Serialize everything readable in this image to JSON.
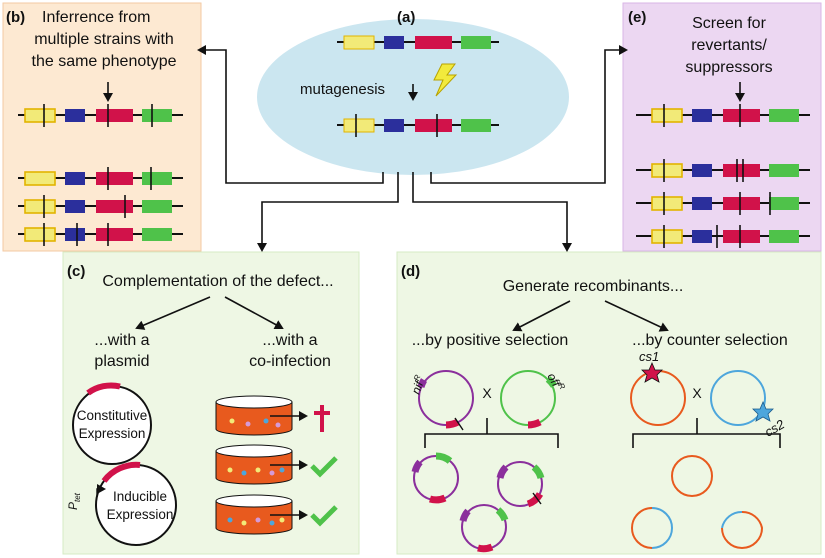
{
  "panels": {
    "a": {
      "label": "(a)",
      "mutagenesis": "mutagenesis"
    },
    "b": {
      "label": "(b)",
      "title_lines": [
        "Inferrence from",
        "multiple strains with",
        "the same phenotype"
      ]
    },
    "c": {
      "label": "(c)",
      "title": "Complementation of the defect...",
      "left_lines": [
        "...with a",
        "plasmid"
      ],
      "right_lines": [
        "...with a",
        "co-infection"
      ],
      "constitutive_lines": [
        "Constitutive",
        "Expression"
      ],
      "inducible_lines": [
        "Inducible",
        "Expression"
      ],
      "promoter": "P",
      "promoter_sub": "tet"
    },
    "d": {
      "label": "(d)",
      "title": "Generate recombinants...",
      "left": "...by positive selection",
      "right": "...by counter selection",
      "marker_left": "nif",
      "marker_right": "off",
      "marker_sup": "R",
      "cross": "X",
      "cs1": "cs1",
      "cs2": "cs2"
    },
    "e": {
      "label": "(e)",
      "title_lines": [
        "Screen for",
        "revertants/",
        "suppressors"
      ]
    }
  },
  "colors": {
    "yellow": "#f2ea78",
    "blue": "#2b2f9c",
    "red": "#d1124a",
    "green": "#4fc24a",
    "panel_b": "#fde9d2",
    "panel_e": "#ecd7f2",
    "panel_cd": "#eef7e4",
    "oval": "#cbe6f0",
    "purple": "#8b2f9c",
    "orange": "#e85a1e",
    "lightblue": "#4da6dc"
  }
}
